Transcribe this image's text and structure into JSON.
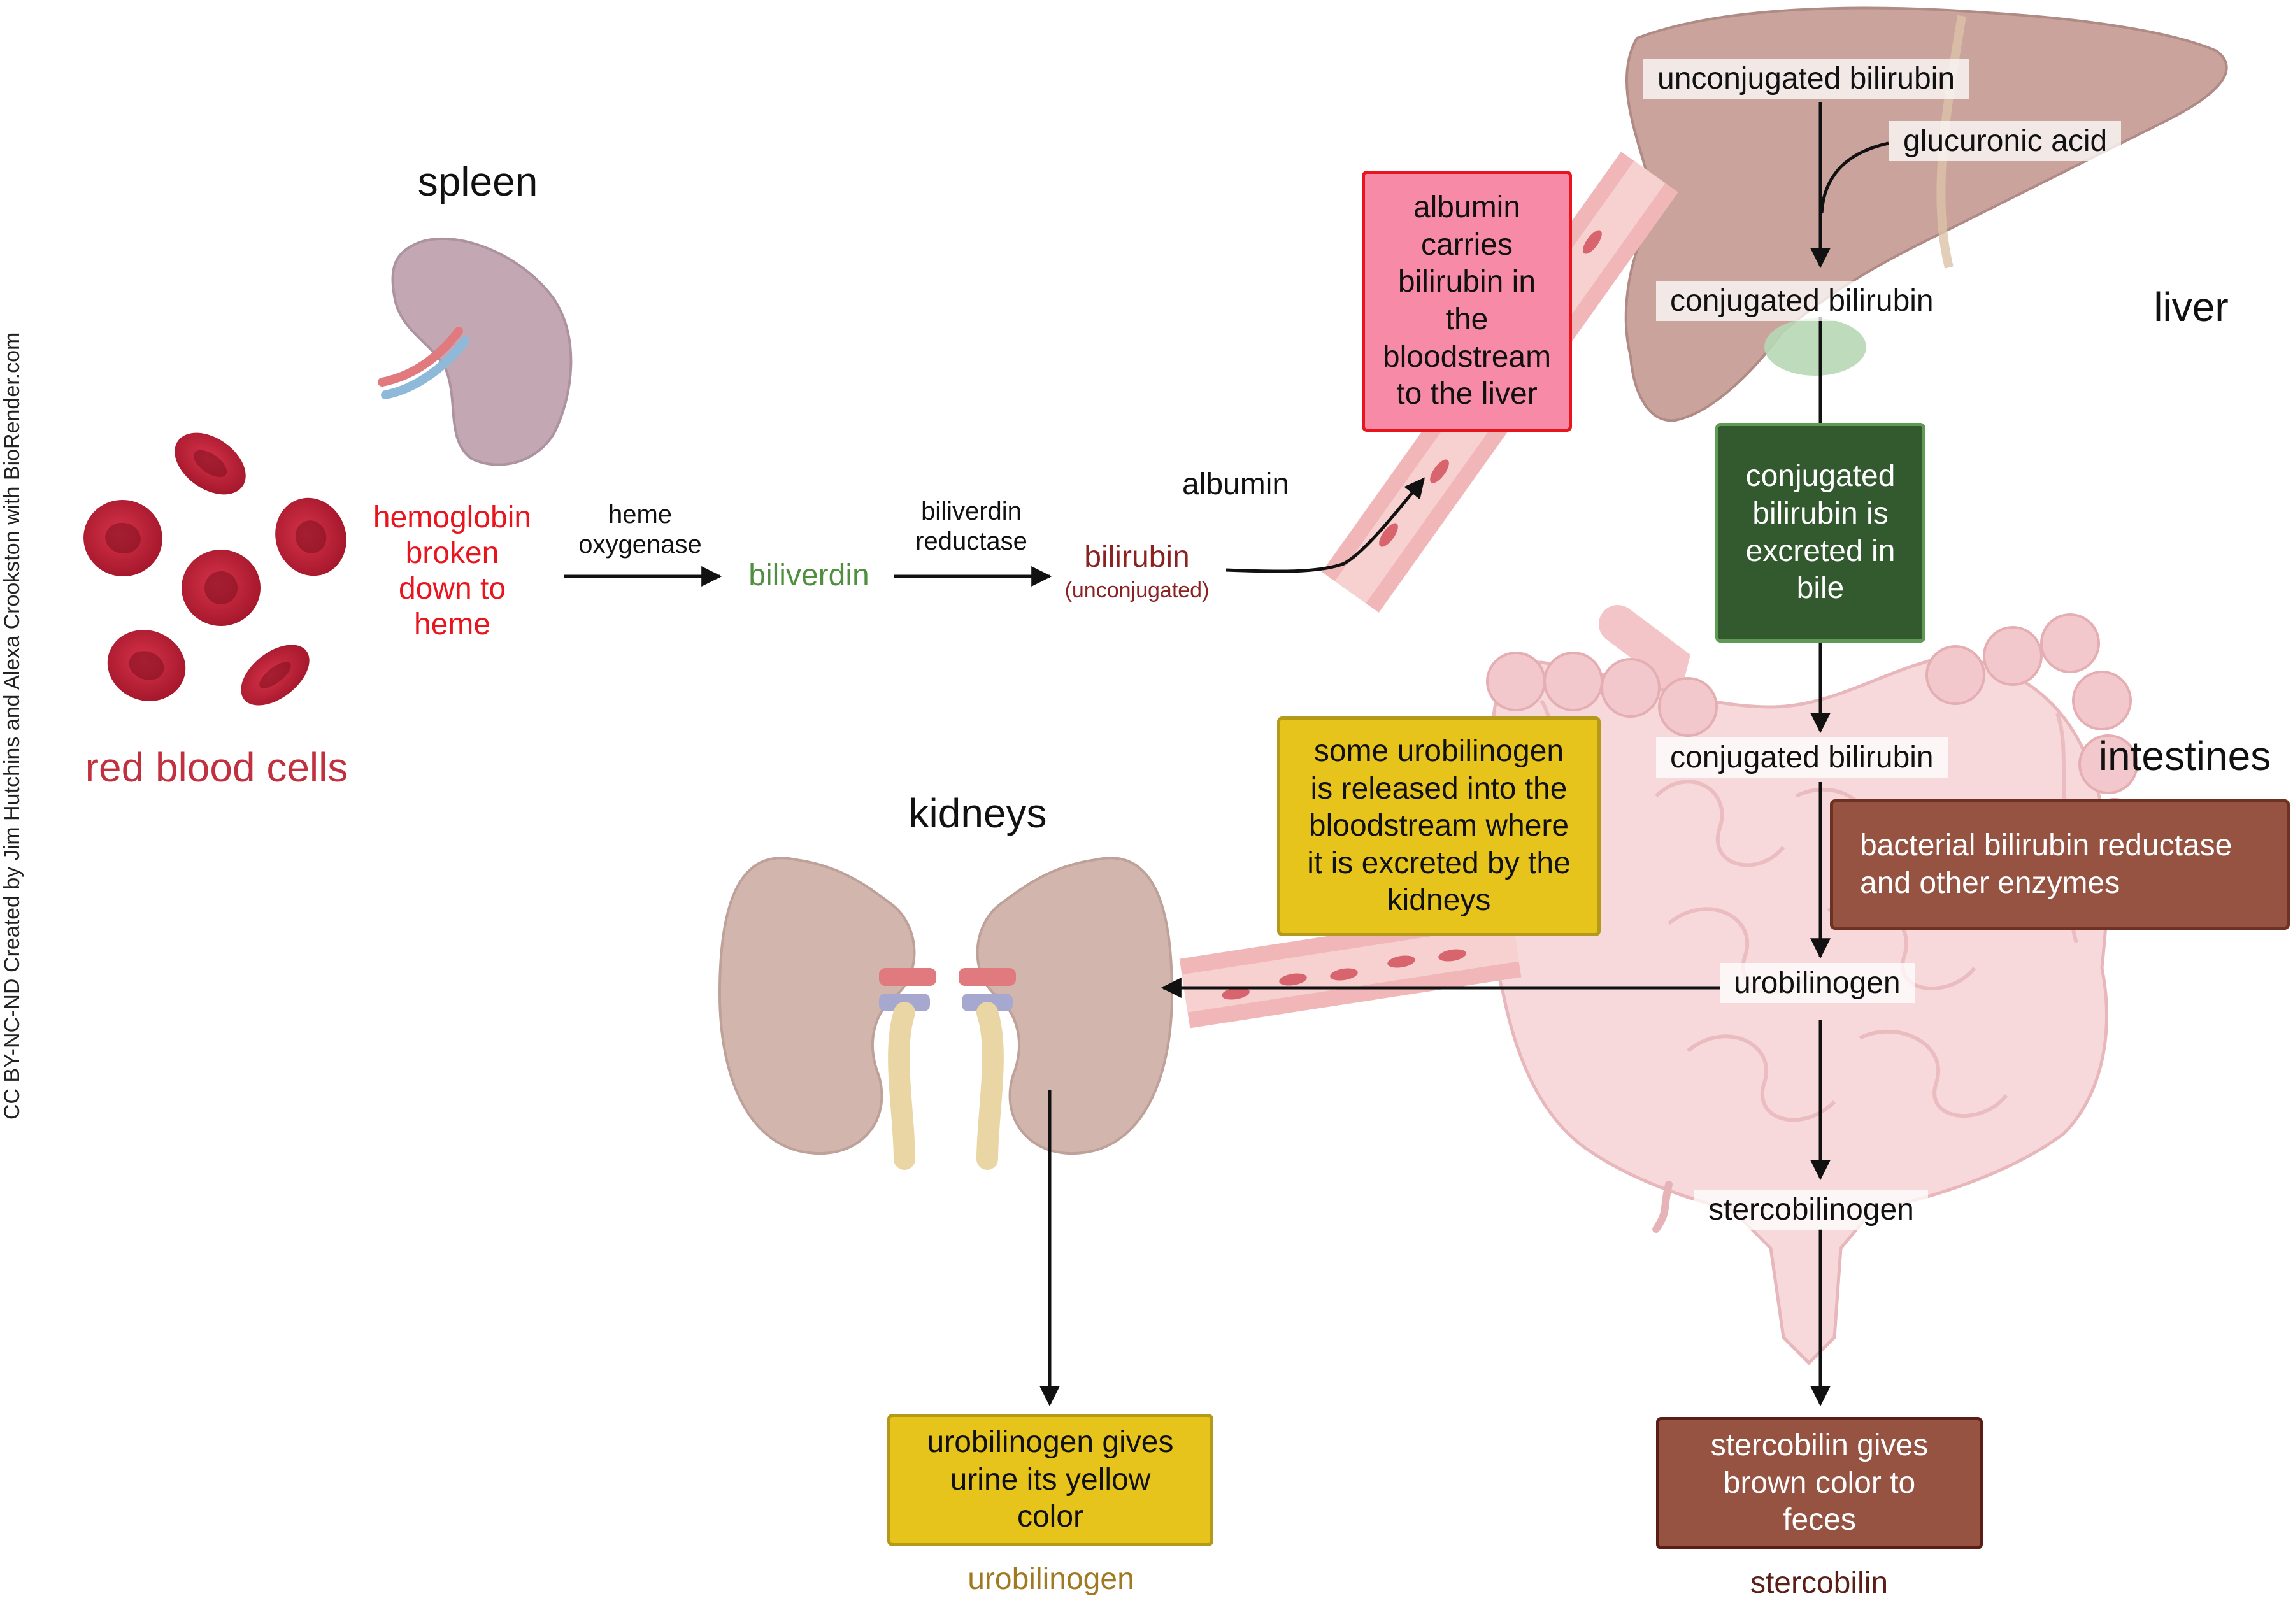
{
  "credit": "CC BY-NC-ND Created by Jim Hutchins and Alexa Crookston with BioRender.com",
  "organs": {
    "spleen": "spleen",
    "liver": "liver",
    "intestines": "intestines",
    "kidneys": "kidneys"
  },
  "labels": {
    "red_blood_cells": "red blood cells",
    "hemoglobin": [
      "hemoglobin",
      "broken",
      "down to",
      "heme"
    ],
    "heme_oxygenase": [
      "heme",
      "oxygenase"
    ],
    "biliverdin": "biliverdin",
    "biliverdin_reductase": [
      "biliverdin",
      "reductase"
    ],
    "bilirubin": "bilirubin",
    "unconjugated_note": "(unconjugated)",
    "albumin": "albumin",
    "unconjugated_bilirubin": "unconjugated bilirubin",
    "glucuronic_acid": "glucuronic acid",
    "conjugated_bilirubin_liver": "conjugated bilirubin",
    "conjugated_bilirubin_intestine": "conjugated bilirubin",
    "urobilinogen_mid": "urobilinogen",
    "stercobilinogen": "stercobilinogen",
    "urobilinogen_bottom": "urobilinogen",
    "stercobilin_bottom": "stercobilin"
  },
  "boxes": {
    "albumin_carries": [
      "albumin",
      "carries",
      "bilirubin in",
      "the",
      "bloodstream",
      "to the liver"
    ],
    "excreted_in_bile": [
      "conjugated",
      "bilirubin is",
      "excreted in",
      "bile"
    ],
    "released_urobilinogen": [
      "some urobilinogen",
      "is released into the",
      "bloodstream where",
      "it is excreted by the",
      "kidneys"
    ],
    "bacterial_reductase": [
      "bacterial bilirubin reductase",
      "and other enzymes"
    ],
    "urine_color": [
      "urobilinogen gives",
      "urine its yellow",
      "color"
    ],
    "feces_color": [
      "stercobilin gives",
      "brown color to",
      "feces"
    ]
  },
  "colors": {
    "red_text": "#e8141e",
    "rbc_label": "#c0303e",
    "biliverdin_green": "#4f8f3f",
    "bilirubin_brown": "#8a2222",
    "urobilinogen_gold": "#a07a22",
    "stercobilin_brown": "#5a1e16",
    "pink_box": "#f78aa6",
    "green_box": "#335a2e",
    "yellow_box": "#e6c41c",
    "brown_box": "#965342"
  }
}
